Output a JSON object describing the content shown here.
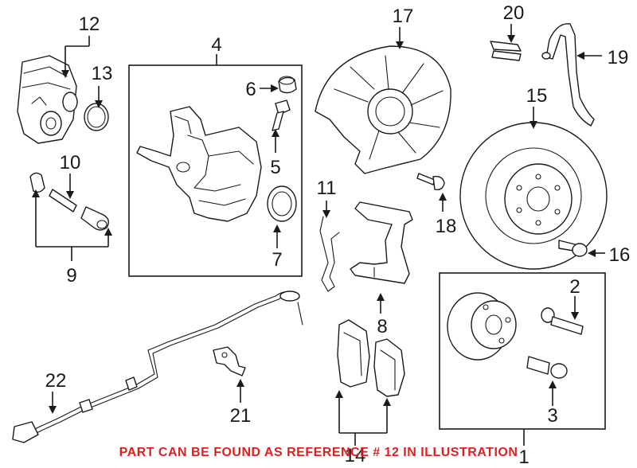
{
  "callouts": {
    "c1": "1",
    "c2": "2",
    "c3": "3",
    "c4": "4",
    "c5": "5",
    "c6": "6",
    "c7": "7",
    "c8": "8",
    "c9": "9",
    "c10": "10",
    "c11": "11",
    "c12": "12",
    "c13": "13",
    "c14": "14",
    "c15": "15",
    "c16": "16",
    "c17": "17",
    "c18": "18",
    "c19": "19",
    "c20": "20",
    "c21": "21",
    "c22": "22"
  },
  "footer_note": "PART CAN BE FOUND AS REFERENCE # 12 IN ILLUSTRATION",
  "colors": {
    "line": "#1a1a1a",
    "note": "#e01e1e",
    "background": "#ffffff"
  }
}
